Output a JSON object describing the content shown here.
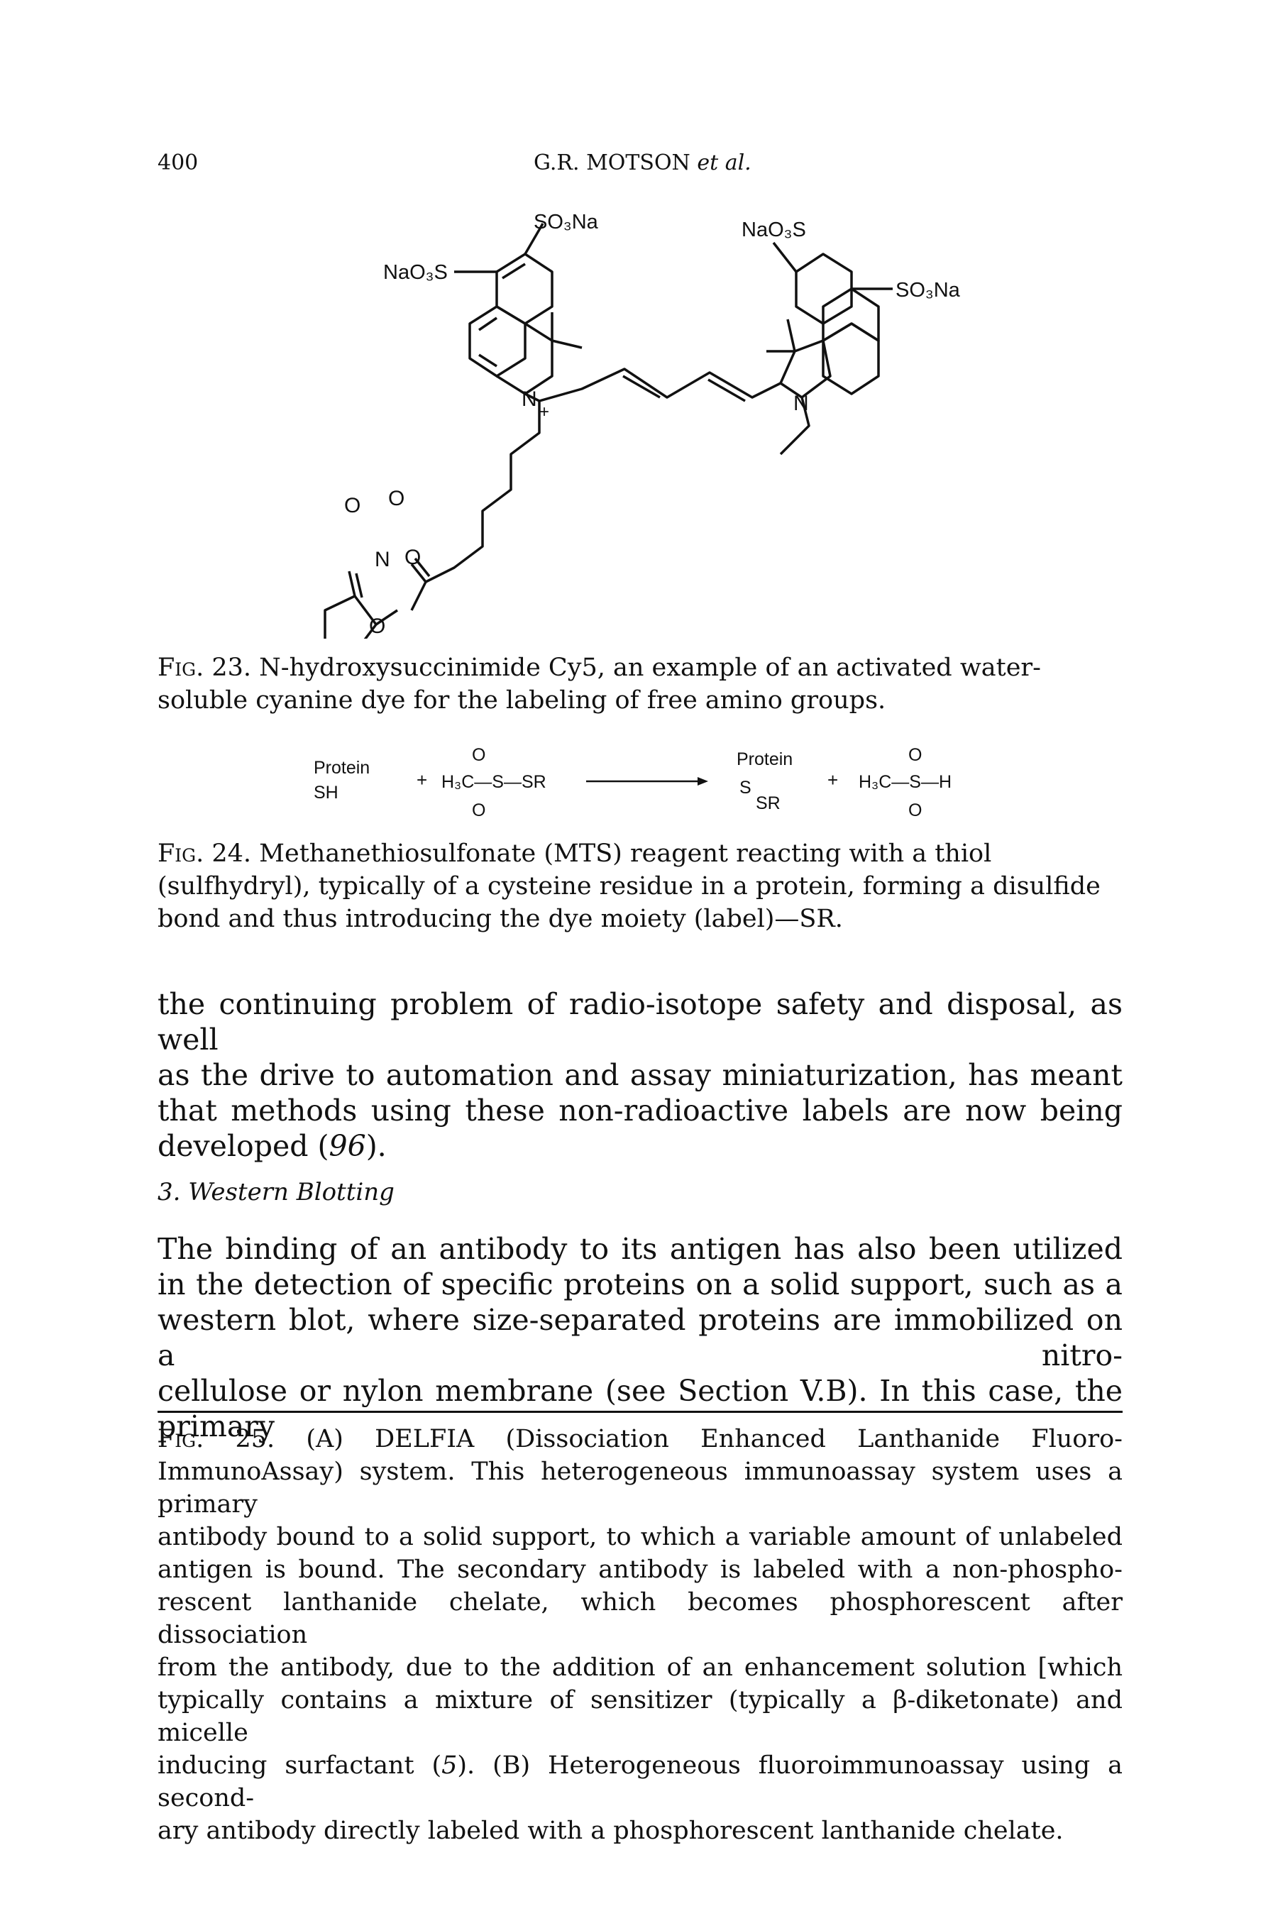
{
  "header": {
    "page_number": "400",
    "running_title": "G.R. MOTSON",
    "running_title_suffix": "et al."
  },
  "fig23": {
    "labels": {
      "so3na_top": "SO₃Na",
      "nao3s_top": "NaO₃S",
      "nao3s_left": "NaO₃S",
      "so3na_right": "SO₃Na",
      "n_plus": "N",
      "plus": "+",
      "n_right": "N",
      "o_carbonyl": "O",
      "o_ring_top": "O",
      "n_ring": "N",
      "o_link": "O",
      "o_ring_bottom": "O"
    },
    "caption_label": "Fig. 23.",
    "caption_text": " N-hydroxysuccinimide Cy5, an example of an activated water-soluble cyanine dye for the labeling of free amino groups."
  },
  "fig24": {
    "labels": {
      "protein_left": "Protein",
      "sh": "SH",
      "plus1": "+",
      "mts_left": "H₃C—S—SR",
      "o_top1": "O",
      "o_bot1": "O",
      "protein_right": "Protein",
      "s": "S",
      "sr": "SR",
      "plus2": "+",
      "mts_right": "H₃C—S—H",
      "o_top2": "O",
      "o_bot2": "O"
    },
    "caption_label": "Fig. 24.",
    "caption_text": " Methanethiosulfonate (MTS) reagent reacting with a thiol (sulfhydryl), typically of a cysteine residue in a protein, forming a disulfide bond and thus introducing the dye moiety (label)—SR."
  },
  "body": {
    "para1_line1": "the continuing problem of radio-isotope safety and disposal, as well",
    "para1_line2": "as the drive to automation and assay miniaturization, has meant",
    "para1_line3": "that methods using these non-radioactive labels are now being",
    "para1_line4_a": "developed (",
    "para1_line4_ref": "96",
    "para1_line4_b": ").",
    "section_heading": "3. Western Blotting",
    "para2_line1": "The binding of an antibody to its antigen has also been utilized",
    "para2_line2": "in the detection of specific proteins on a solid support, such as a",
    "para2_line3": "western blot, where size-separated proteins are immobilized on a nitro-",
    "para2_line4": "cellulose or nylon membrane (see Section V.B). In this case, the primary"
  },
  "fig25": {
    "caption_label": "Fig. 25.",
    "caption_line1": " (A) DELFIA (Dissociation Enhanced Lanthanide Fluoro-",
    "caption_line2": "ImmunoAssay) system. This heterogeneous immunoassay system uses a primary",
    "caption_line3": "antibody bound to a solid support, to which a variable amount of unlabeled",
    "caption_line4": "antigen is bound. The secondary antibody is labeled with a non-phospho-",
    "caption_line5": "rescent lanthanide chelate, which becomes phosphorescent after dissociation",
    "caption_line6": "from the antibody, due to the addition of an enhancement solution [which",
    "caption_line7": "typically contains a mixture of sensitizer (typically a β-diketonate) and micelle",
    "caption_line8_a": "inducing surfactant (",
    "caption_line8_ref": "5",
    "caption_line8_b": "). (B) Heterogeneous fluoroimmunoassay using a second-",
    "caption_line9": "ary antibody directly labeled with a phosphorescent lanthanide chelate."
  }
}
